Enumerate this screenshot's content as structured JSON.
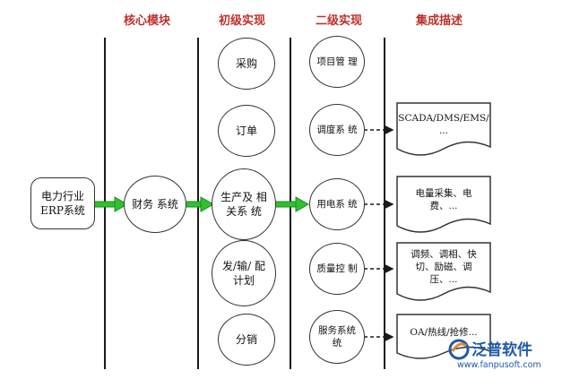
{
  "headers": {
    "core": "核心模块",
    "primary": "初级实现",
    "secondary": "二级实现",
    "integration": "集成描述"
  },
  "nodes": {
    "erp": "电力行业 ERP系统",
    "finance": "财务 系统",
    "primary": [
      "采购",
      "订单",
      "生产及 相关系 统",
      "发/输/ 配计划",
      "分销"
    ],
    "secondary": [
      "项目管 理",
      "调度系 统",
      "用电系 统",
      "质量控 制",
      "服务系统 统"
    ],
    "integration": [
      "SCADA/DMS/EMS/ ...",
      "电量采集、电 费、...",
      "调频、调相、快 切、励磁、调 压、...",
      "OA/热线/抢修..."
    ]
  },
  "watermark": {
    "brand": "泛普软件",
    "url": "www.fanpusoft.com"
  },
  "colors": {
    "header_text": "#c0302a",
    "green_arrow": "#2fc12f",
    "line": "#1a1a1a",
    "watermark": "#1e5aa8"
  }
}
